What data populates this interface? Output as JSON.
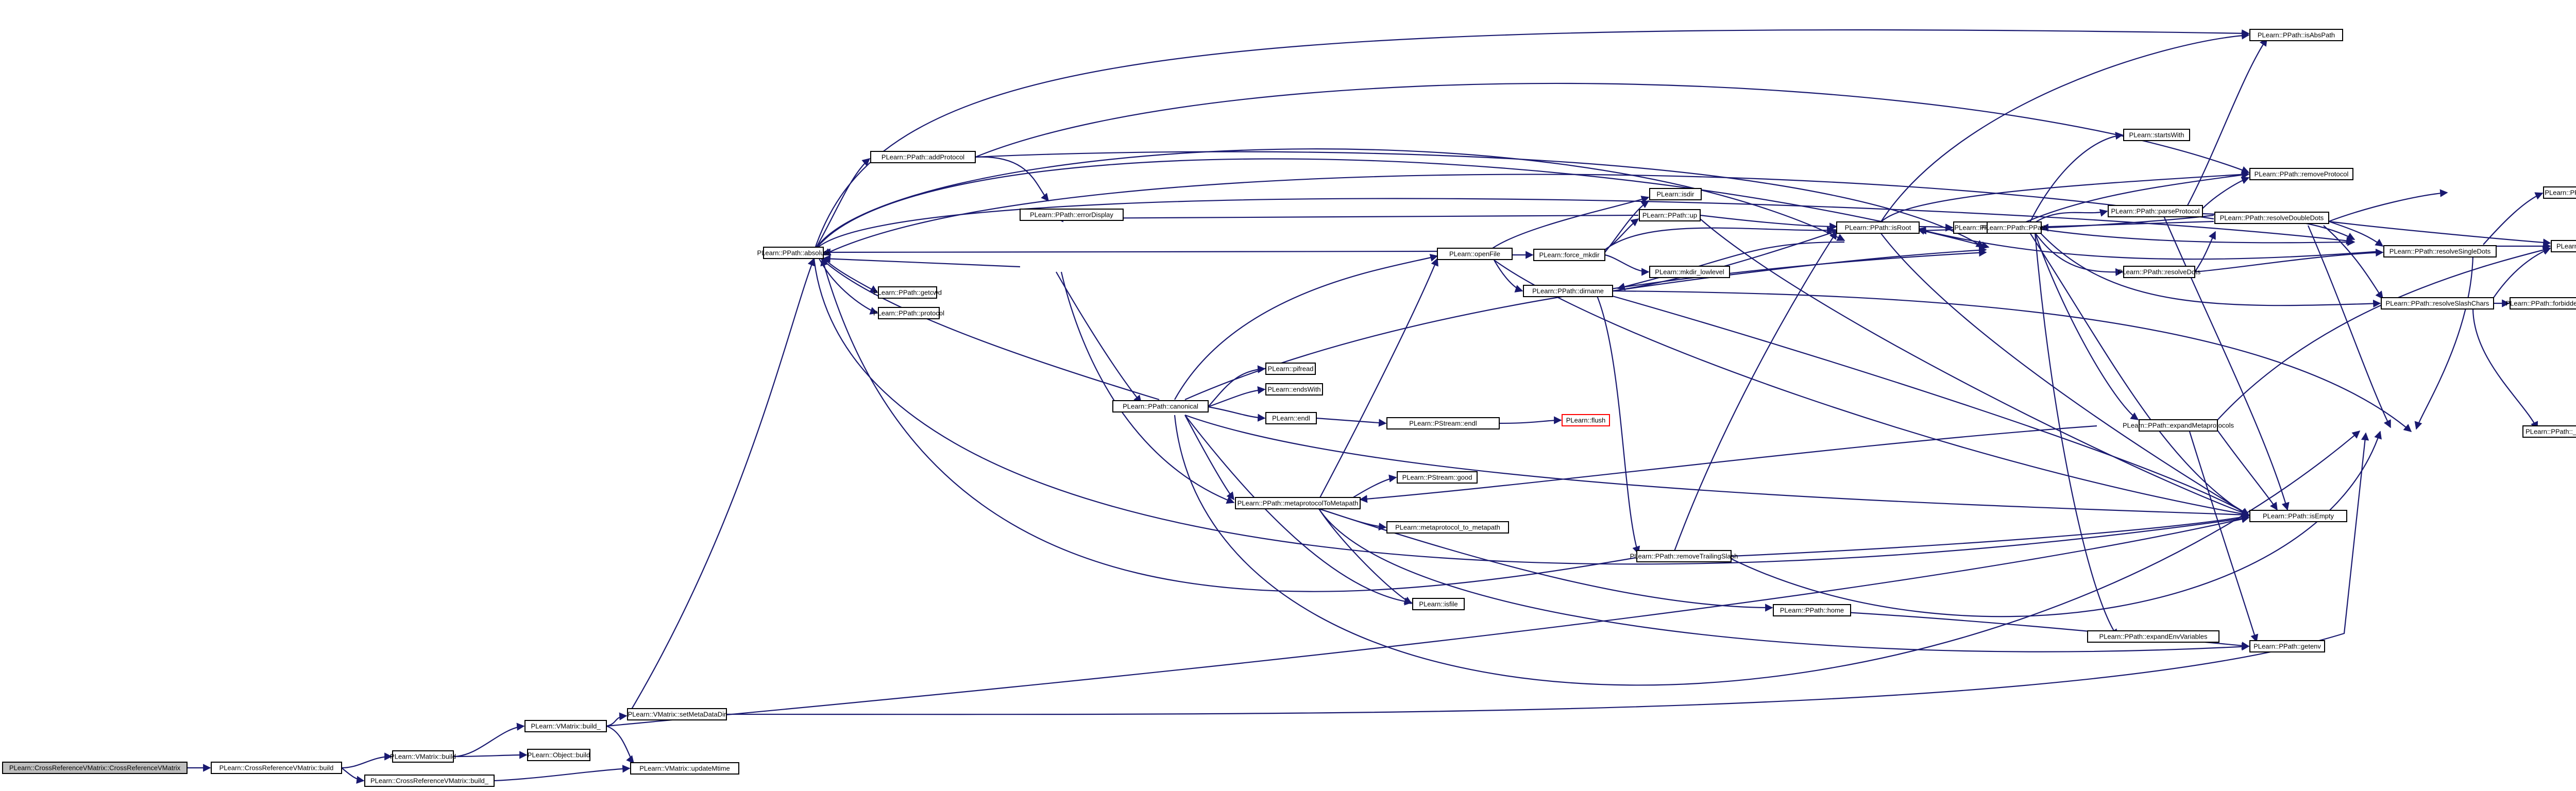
{
  "nodes": {
    "cross_ctor": "PLearn::CrossReferenceVMatrix::CrossReferenceVMatrix",
    "cross_build": "PLearn::CrossReferenceVMatrix::build",
    "vmatrix_build": "PLearn::VMatrix::build",
    "cross_build_": "PLearn::CrossReferenceVMatrix::build_",
    "vmatrix_build_": "PLearn::VMatrix::build_",
    "object_build": "PLearn::Object::build",
    "update_mtime": "PLearn::VMatrix::updateMtime",
    "set_metadatadir": "PLearn::VMatrix::setMetaDataDir",
    "absolute": "PLearn::PPath::absolute",
    "getcwd": "PLearn::PPath::getcwd",
    "protocol": "PLearn::PPath::protocol",
    "add_protocol": "PLearn::PPath::addProtocol",
    "error_display": "PLearn::PPath::errorDisplay",
    "canonical": "PLearn::PPath::canonical",
    "pifraud": "PLearn::pifread",
    "ends_with_canon": "PLearn::endsWith",
    "endl": "PLearn::endl",
    "pstream_endl": "PLearn::PStream::endl",
    "flush": "PLearn::flush",
    "pstream_good": "PLearn::PStream::good",
    "metaprotocol_to_metapath": "PLearn::PPath::metaprotocolToMetapath",
    "metaprotocol_to_metapath_fn": "PLearn::metaprotocol_to_metapath",
    "isdir": "PLearn::isdir",
    "isfile": "PLearn::isfile",
    "open_file": "PLearn::openFile",
    "force_mkdir": "PLearn::force_mkdir",
    "mkdir_lowlevel": "PLearn::mkdir_lowlevel",
    "pp_up": "PLearn::PPath::up",
    "dirname": "PLearn::PPath::dirname",
    "remove_trailing_slash": "PLearn::PPath::removeTrailingSlash",
    "home": "PLearn::PPath::home",
    "is_root": "PLearn::PPath::isRoot",
    "drive": "PLearn::PPath::drive",
    "ppath_ctor": "PLearn::PPath::PPath",
    "starts_with": "PLearn::startsWith",
    "parse_protocol": "PLearn::PPath::parseProtocol",
    "resolve_dots": "PLearn::PPath::resolveDots",
    "expand_metaprotocols": "PLearn::PPath::expandMetaprotocols",
    "expand_env": "PLearn::PPath::expandEnvVariables",
    "is_abs_path": "PLearn::PPath::isAbsPath",
    "remove_protocol": "PLearn::PPath::removeProtocol",
    "resolve_double_dots": "PLearn::PPath::resolveDoubleDots",
    "resolve_single_dots": "PLearn::PPath::resolveSingleDots",
    "resolve_slash_chars": "PLearn::PPath::resolveSlashChars",
    "forbidden_chars": "PLearn::PPath::forbidden_chars",
    "slash": "PLearn::PPath::_slash",
    "find": "PLearn::find",
    "slash_char": "PLearn::PPath::_slash_char",
    "is_empty": "PLearn::PPath::isEmpty",
    "getenv": "PLearn::PPath::getenv"
  },
  "colors": {
    "edge": "#191970",
    "root_fill": "#bfbfbf",
    "node_border": "#000000",
    "truncated_border": "#ff0000"
  }
}
